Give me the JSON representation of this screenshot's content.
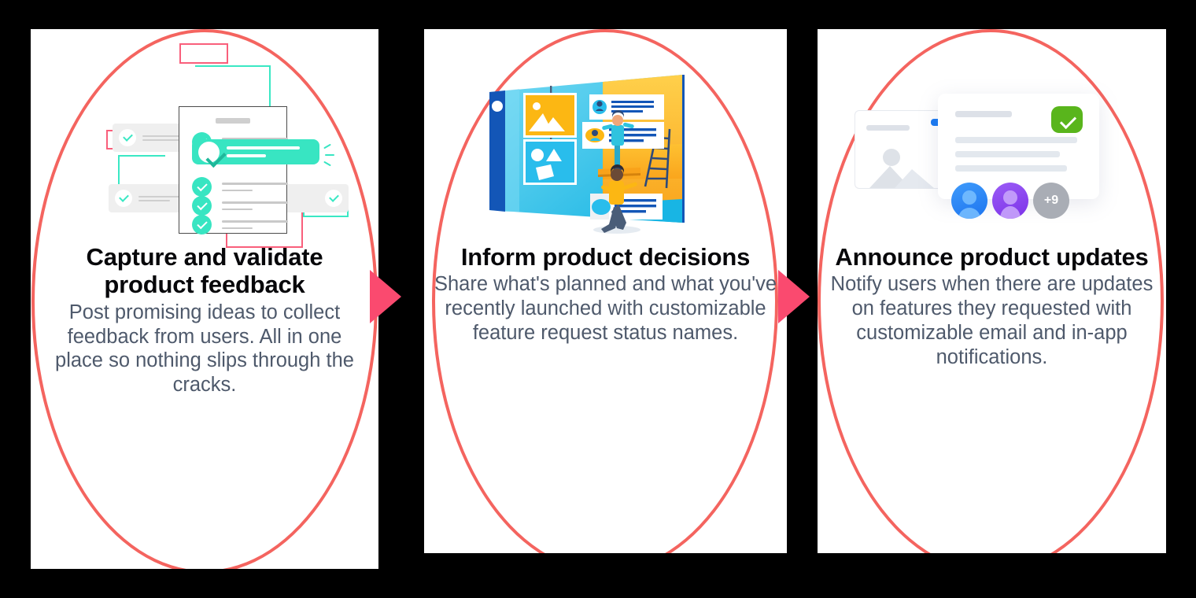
{
  "background_color": "#000000",
  "card_border_color": "#f4645f",
  "arrow_color": "#fa4a6f",
  "title_color": "#07070a",
  "description_color": "#4e596b",
  "cards": [
    {
      "id": "capture-validate",
      "title": "Capture and validate product feedback",
      "description": "Post promising ideas to collect feedback from users. All in one place so nothing slips through the cracks.",
      "illustration": "checklist-illustration"
    },
    {
      "id": "inform-decisions",
      "title": "Inform product decisions",
      "description": "Share what's planned and what you've recently launched with customizable feature request status names.",
      "illustration": "roadmap-board-illustration"
    },
    {
      "id": "announce-updates",
      "title": "Announce product updates",
      "description": "Notify users when there are updates on features they requested with customizable email and in-app notifications.",
      "illustration": "notification-card-illustration"
    }
  ],
  "arrows": [
    {
      "id": "arrow-1",
      "label": "next-step-arrow"
    },
    {
      "id": "arrow-2",
      "label": "next-step-arrow"
    }
  ],
  "illustration3": {
    "avatar_overflow_count": "+9",
    "status": "approved",
    "accent_green": "#59b51c",
    "avatar_blue": "#2f8bf7",
    "avatar_purple": "#8b45f0",
    "avatar_grey": "#a9adb5"
  },
  "illustration1": {
    "accent_mint": "#38e5c2",
    "accent_pink": "#f95f7b"
  },
  "illustration2": {
    "blue": "#1356b7",
    "cyan": "#29b6e8",
    "yellow": "#fcb713",
    "light_blue": "#5ad3f0"
  }
}
